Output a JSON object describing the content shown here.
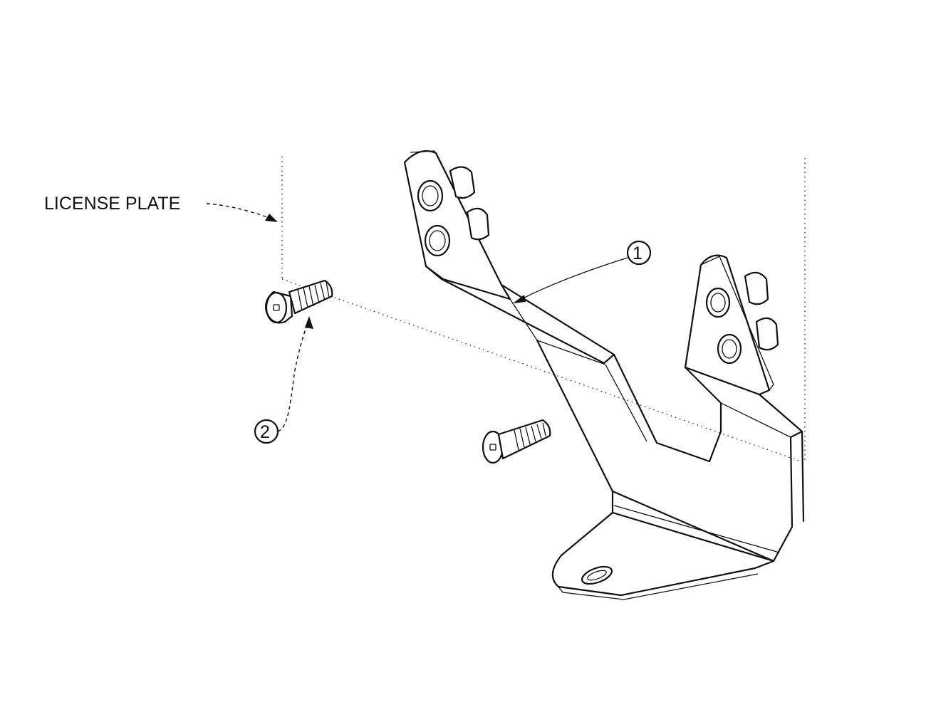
{
  "labels": {
    "license_plate": "LICENSE PLATE"
  },
  "callouts": [
    {
      "id": "bracket",
      "number": "1"
    },
    {
      "id": "screw",
      "number": "2"
    }
  ],
  "colors": {
    "line": "#111111",
    "background": "#ffffff"
  }
}
